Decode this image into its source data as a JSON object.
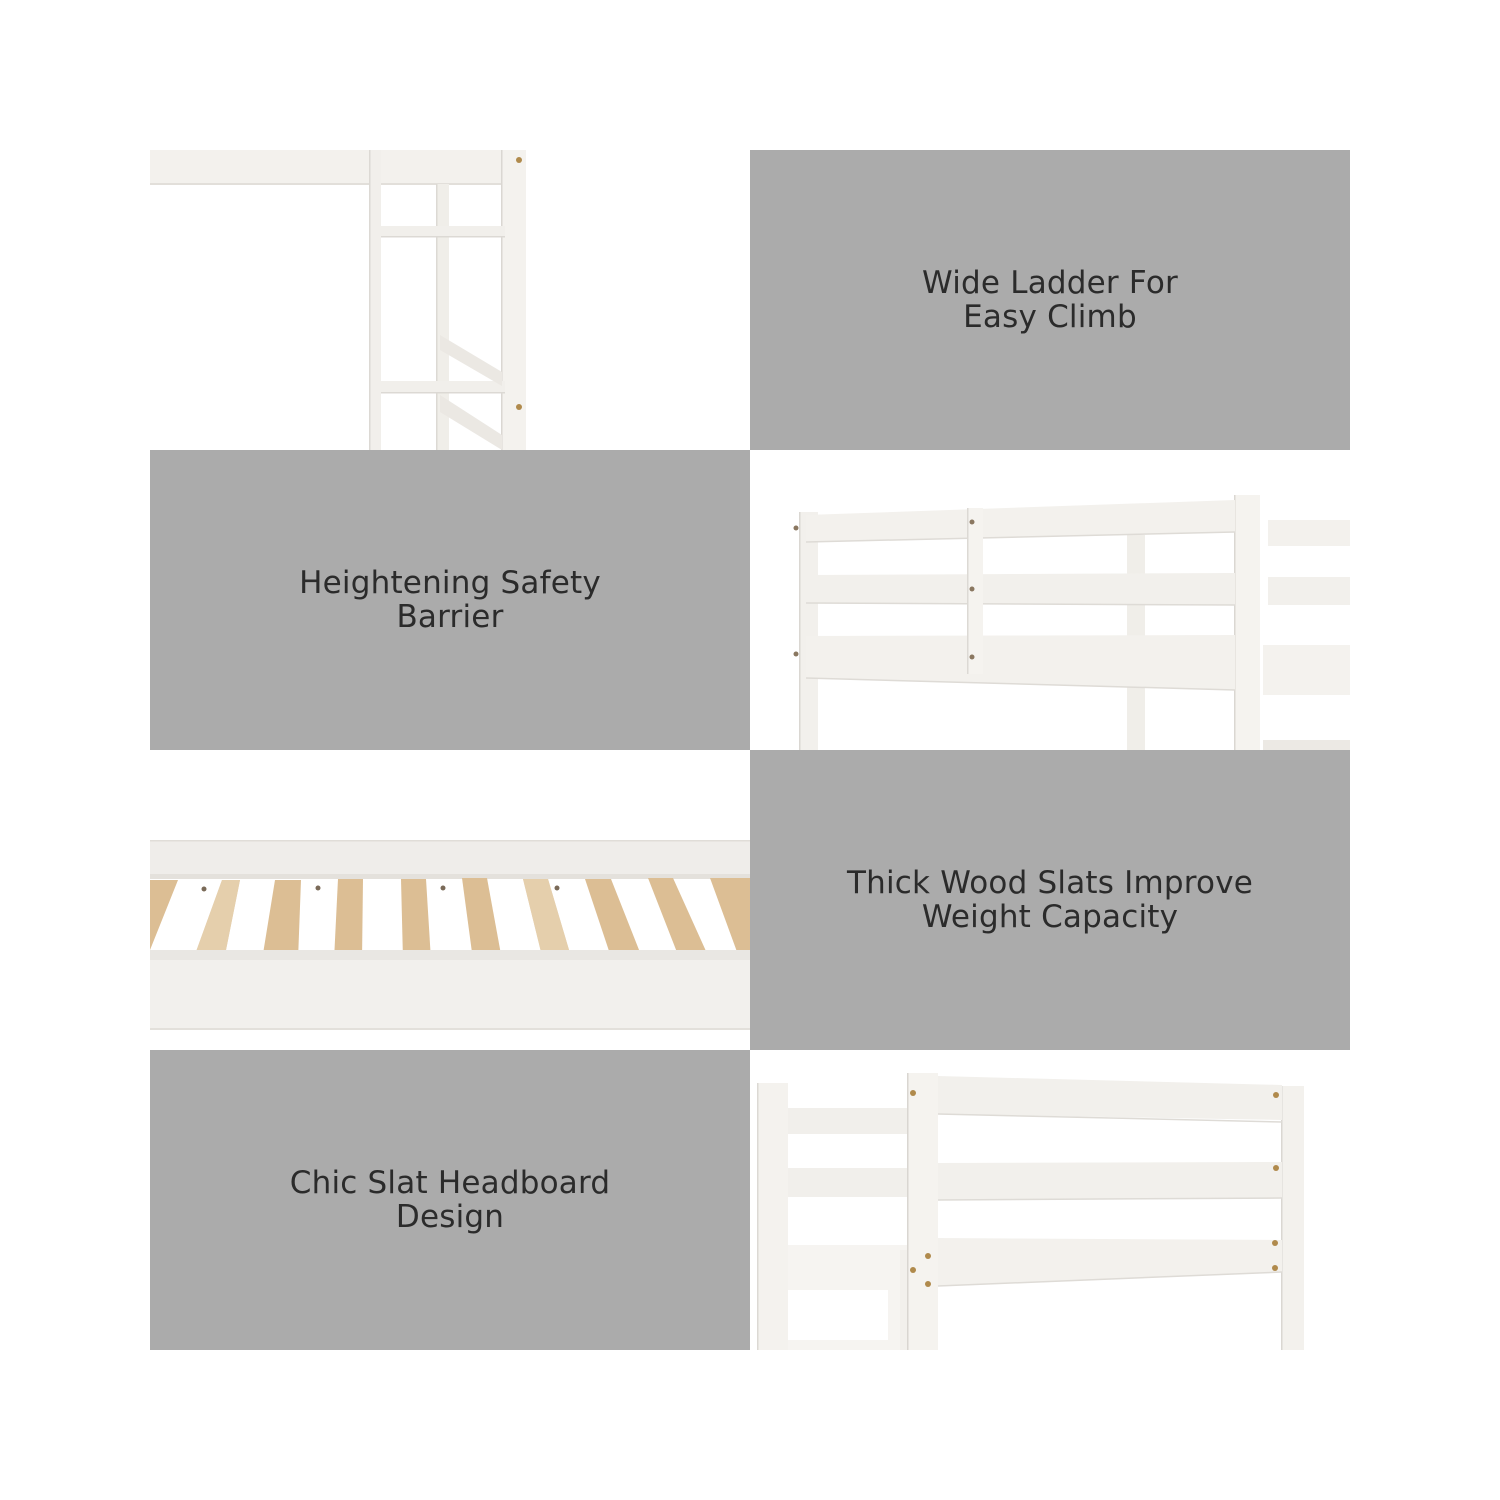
{
  "colors": {
    "panel_gray": "#ababab",
    "text_dark": "#2b2b2b",
    "frame_white": "#f4f2ee",
    "slat_wood": "#d9b98a"
  },
  "features": [
    {
      "position": "row1-right",
      "caption_lines": [
        "Wide Ladder For",
        "Easy Climb"
      ],
      "photo": "ladder-closeup"
    },
    {
      "position": "row2-left",
      "caption_lines": [
        "Heightening Safety",
        "Barrier"
      ],
      "photo": "guardrail-closeup"
    },
    {
      "position": "row3-right",
      "caption_lines": [
        "Thick Wood Slats Improve",
        "Weight Capacity"
      ],
      "photo": "wood-slats-closeup"
    },
    {
      "position": "row4-left",
      "caption_lines": [
        "Chic Slat Headboard",
        "Design"
      ],
      "photo": "headboard-closeup"
    }
  ]
}
